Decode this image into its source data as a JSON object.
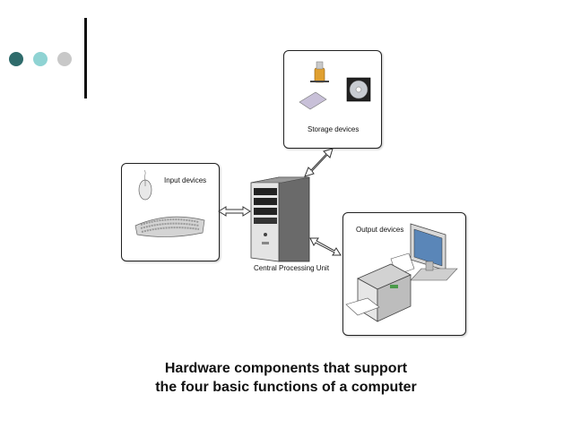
{
  "diagram": {
    "nodes": {
      "storage": {
        "label": "Storage devices"
      },
      "input": {
        "label": "Input devices"
      },
      "output": {
        "label": "Output devices"
      },
      "cpu": {
        "label": "Central Processing Unit"
      }
    },
    "caption": {
      "line1": "Hardware components that support",
      "line2": "the four basic functions of a computer"
    }
  },
  "theme": {
    "dot_colors": [
      "#2e6b6b",
      "#8fd3d3",
      "#c8c8c8"
    ]
  }
}
